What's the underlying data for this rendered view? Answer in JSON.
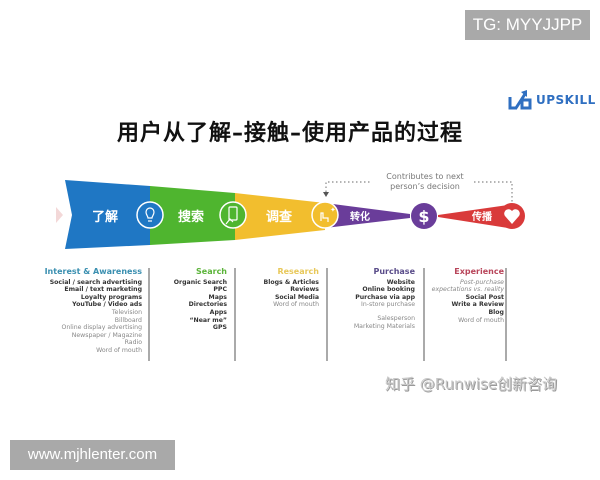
{
  "watermarks": {
    "top_right": "TG: MYYJJPP",
    "bottom_left": "www.mjhlenter.com",
    "source": "知乎 @Runwise创新咨询"
  },
  "logo": {
    "text": "UPSKILL",
    "color": "#2f6fc1"
  },
  "title": "用户从了解–接触–使用产品的过程",
  "note": {
    "line1": "Contributes to next",
    "line2": "person’s decision"
  },
  "stages": [
    {
      "label": "了解",
      "color": "#1f77c4",
      "icon": "lightbulb-icon"
    },
    {
      "label": "搜索",
      "color": "#4fb52f",
      "icon": "phone-tap-icon"
    },
    {
      "label": "调查",
      "color": "#f2be2e",
      "icon": "click-sparkle-icon"
    },
    {
      "label": "转化",
      "color": "#6a3d9a",
      "icon": "dollar-icon"
    },
    {
      "label": "传播",
      "color": "#d93a3a",
      "icon": "heart-icon"
    }
  ],
  "columns": [
    {
      "heading": "Interest & Awareness",
      "heading_color": "#3a8fb0",
      "items": [
        {
          "text": "Social / search advertising",
          "style": "b"
        },
        {
          "text": "Email / text marketing",
          "style": "b"
        },
        {
          "text": "Loyalty programs",
          "style": "b"
        },
        {
          "text": "YouTube / Video ads",
          "style": "b"
        },
        {
          "text": "Television",
          "style": "n"
        },
        {
          "text": "Billboard",
          "style": "n"
        },
        {
          "text": "Online display advertising",
          "style": "n"
        },
        {
          "text": "Newspaper / Magazine",
          "style": "n"
        },
        {
          "text": "Radio",
          "style": "n"
        },
        {
          "text": "Word of mouth",
          "style": "n"
        }
      ]
    },
    {
      "heading": "Search",
      "heading_color": "#5cb43a",
      "items": [
        {
          "text": "Organic Search",
          "style": "b"
        },
        {
          "text": "PPC",
          "style": "b"
        },
        {
          "text": "Maps",
          "style": "b"
        },
        {
          "text": "Directories",
          "style": "b"
        },
        {
          "text": "Apps",
          "style": "b"
        },
        {
          "text": "“Near me”",
          "style": "b"
        },
        {
          "text": "GPS",
          "style": "b"
        }
      ]
    },
    {
      "heading": "Research",
      "heading_color": "#e8c85a",
      "items": [
        {
          "text": "Blogs & Articles",
          "style": "b"
        },
        {
          "text": "Reviews",
          "style": "b"
        },
        {
          "text": "Social Media",
          "style": "b"
        },
        {
          "text": "Word of mouth",
          "style": "n"
        }
      ]
    },
    {
      "heading": "Purchase",
      "heading_color": "#5a4d8a",
      "items": [
        {
          "text": "Website",
          "style": "b"
        },
        {
          "text": "Online booking",
          "style": "b"
        },
        {
          "text": "Purchase via app",
          "style": "b"
        },
        {
          "text": "In-store purchase",
          "style": "n"
        },
        {
          "text": "",
          "style": "gap"
        },
        {
          "text": "Salesperson",
          "style": "n"
        },
        {
          "text": "Marketing Materials",
          "style": "n"
        }
      ]
    },
    {
      "heading": "Experience",
      "heading_color": "#b8455a",
      "items": [
        {
          "text": "Post-purchase",
          "style": "i"
        },
        {
          "text": "expectations vs. reality",
          "style": "i"
        },
        {
          "text": "Social Post",
          "style": "b"
        },
        {
          "text": "Write a Review",
          "style": "b"
        },
        {
          "text": "Blog",
          "style": "b"
        },
        {
          "text": "Word of mouth",
          "style": "n"
        }
      ]
    }
  ]
}
